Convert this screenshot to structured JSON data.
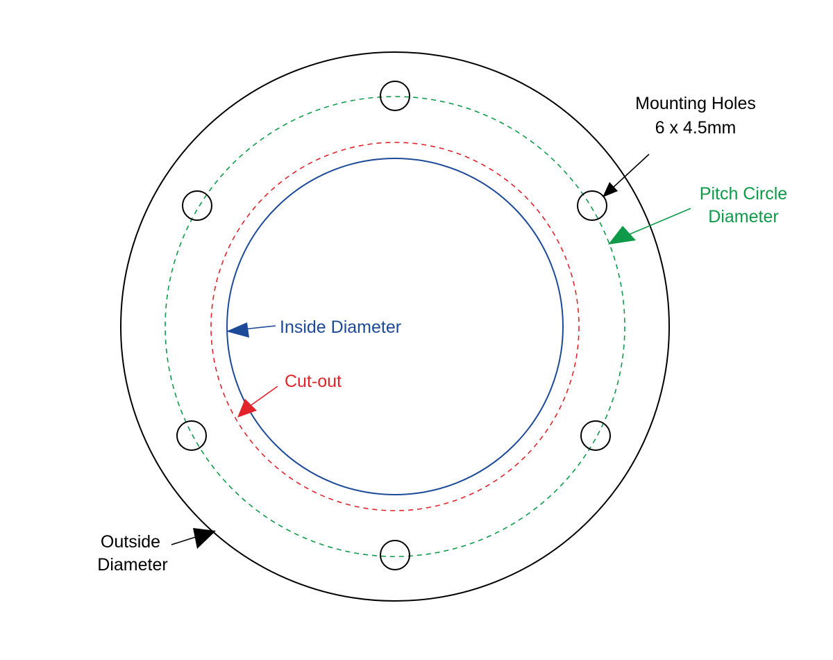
{
  "diagram": {
    "labels": {
      "mounting_holes_line1": "Mounting Holes",
      "mounting_holes_line2": "6 x 4.5mm",
      "pitch_circle_line1": "Pitch Circle",
      "pitch_circle_line2": "Diameter",
      "inside_diameter": "Inside Diameter",
      "cut_out": "Cut-out",
      "outside_diameter_line1": "Outside",
      "outside_diameter_line2": "Diameter"
    },
    "mounting_hole_count": 6,
    "colors": {
      "outline": "#000000",
      "pitch_circle": "#0e9a49",
      "cut_out": "#e2232a",
      "inside_diameter": "#1c4a99",
      "outside_label": "#000000",
      "background": "#ffffff"
    }
  }
}
